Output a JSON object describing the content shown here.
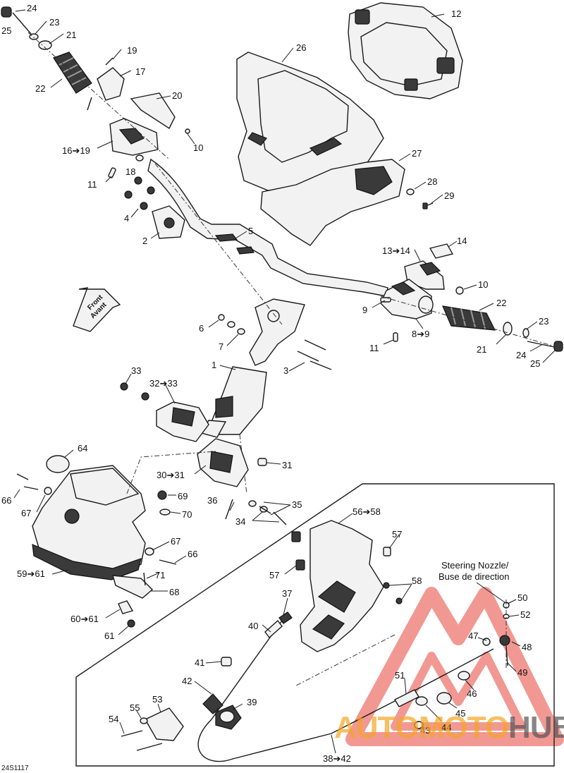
{
  "callouts": {
    "c24a": "24",
    "c25a": "25",
    "c23a": "23",
    "c21a": "21",
    "c22a": "22",
    "c19": "19",
    "c17": "17",
    "c20": "20",
    "c16_19": "16➔19",
    "c10a": "10",
    "c18": "18",
    "c11a": "11",
    "c4": "4",
    "c2": "2",
    "c26": "26",
    "c12": "12",
    "c27": "27",
    "c28": "28",
    "c29": "29",
    "c5": "5",
    "c13_14": "13➔14",
    "c14": "14",
    "c10b": "10",
    "c22b": "22",
    "c9": "9",
    "c8_9": "8➔9",
    "c23b": "23",
    "c21b": "21",
    "c24b": "24",
    "c25b": "25",
    "c11b": "11",
    "c6": "6",
    "c7": "7",
    "c1": "1",
    "c3": "3",
    "c33": "33",
    "c32_33": "32➔33",
    "c64": "64",
    "c30_31": "30➔31",
    "c31": "31",
    "c66a": "66",
    "c69": "69",
    "c70": "70",
    "c67a": "67",
    "c36": "36",
    "c35": "35",
    "c34": "34",
    "c67b": "67",
    "c66b": "66",
    "c59_61": "59➔61",
    "c71": "71",
    "c68": "68",
    "c60_61": "60➔61",
    "c61": "61",
    "c56_58": "56➔58",
    "c57a": "57",
    "c57b": "57",
    "c58": "58",
    "c37": "37",
    "c40": "40",
    "c41": "41",
    "c42": "42",
    "c53": "53",
    "c55": "55",
    "c54": "54",
    "c39": "39",
    "c51": "51",
    "c47": "47",
    "c48": "48",
    "c49": "49",
    "c50": "50",
    "c52": "52",
    "c46": "46",
    "c45": "45",
    "c44": "44",
    "c43": "43",
    "c38_42": "38➔42"
  },
  "front_label_en": "Front",
  "front_label_fr": "Avant",
  "nozzle_label_line1": "Steering Nozzle/",
  "nozzle_label_line2": "Buse de direction",
  "diagram_code": "24S1117",
  "watermark": {
    "part1": "AUTO",
    "part2": "MOTO",
    "part3": "HUB",
    "color_red": "#e8443a",
    "color_orange": "#f4a623",
    "color_gray": "#555555"
  }
}
